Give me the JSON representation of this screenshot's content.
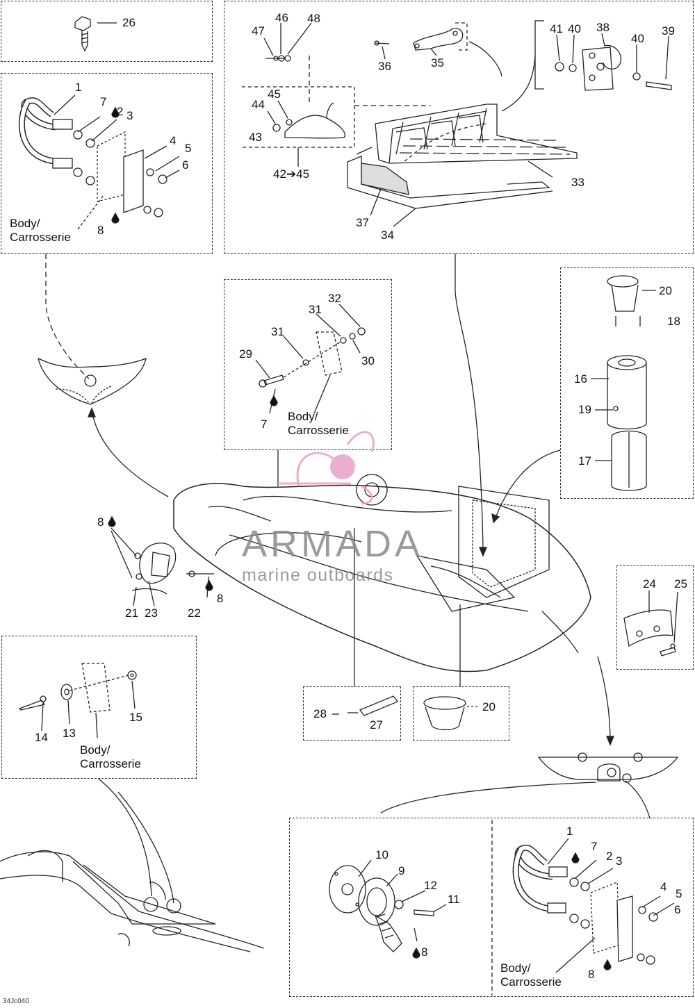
{
  "body_label": {
    "line1": "Body/",
    "line2": "Carrosserie"
  },
  "watermark": {
    "title": "ARMADA",
    "subtitle": "marine outboards",
    "color": "#e8a0c8"
  },
  "drawing_code": "34Jc040",
  "callouts": {
    "c26": "26",
    "tl_1": "1",
    "tl_7": "7",
    "tl_2": "2",
    "tl_3": "3",
    "tl_4": "4",
    "tl_5": "5",
    "tl_6": "6",
    "tl_8": "8",
    "tr_46": "46",
    "tr_48": "48",
    "tr_47": "47",
    "tr_36": "36",
    "tr_35": "35",
    "tr_41": "41",
    "tr_40a": "40",
    "tr_38": "38",
    "tr_40b": "40",
    "tr_39": "39",
    "tr_45": "45",
    "tr_44": "44",
    "tr_43": "43",
    "tr_42": "42➔45",
    "tr_33": "33",
    "tr_37": "37",
    "tr_34": "34",
    "m_32": "32",
    "m_31a": "31",
    "m_31b": "31",
    "m_29": "29",
    "m_30": "30",
    "m_7": "7",
    "r_20": "20",
    "r_18": "18",
    "r_16": "16",
    "r_19": "19",
    "r_17": "17",
    "h_8": "8",
    "h_21": "21",
    "h_23": "23",
    "h_22": "22",
    "h_8b": "8",
    "s_24": "24",
    "s_25": "25",
    "l_14": "14",
    "l_13": "13",
    "l_15": "15",
    "b_28": "28",
    "b_27": "27",
    "b_20": "20",
    "br_10": "10",
    "br_9": "9",
    "br_12": "12",
    "br_11": "11",
    "br_8": "8",
    "br_1": "1",
    "br_7": "7",
    "br_2": "2",
    "br_3": "3",
    "br_4": "4",
    "br_5": "5",
    "br_6": "6",
    "br_8b": "8"
  }
}
